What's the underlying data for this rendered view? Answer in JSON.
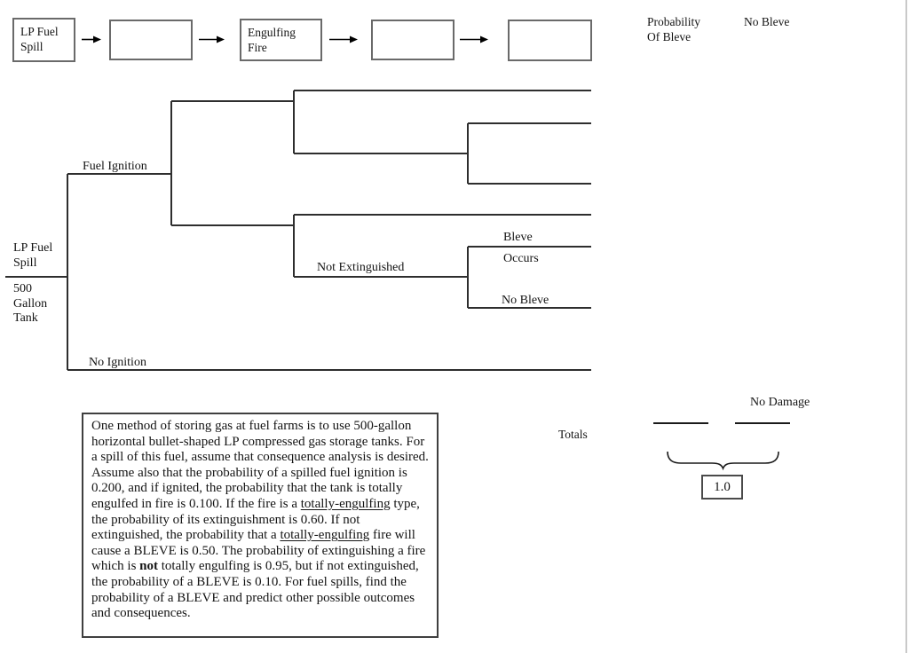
{
  "header": {
    "flow_boxes": [
      {
        "lines": [
          "LP Fuel",
          "Spill"
        ]
      },
      {
        "lines": [
          "",
          ""
        ]
      },
      {
        "lines": [
          "Engulfing",
          "Fire"
        ]
      },
      {
        "lines": [
          "",
          ""
        ]
      },
      {
        "lines": [
          "",
          ""
        ]
      }
    ],
    "columns": {
      "probability_of_bleve_line1": "Probability",
      "probability_of_bleve_line2": "Of Bleve",
      "no_bleve": "No Bleve"
    }
  },
  "tree": {
    "root": {
      "line1": "LP Fuel",
      "line2": "Spill"
    },
    "tank": {
      "line1": "500",
      "line2": "Gallon",
      "line3": "Tank"
    },
    "branches": {
      "fuel_ignition": "Fuel Ignition",
      "no_ignition": "No Ignition",
      "not_extinguished": "Not Extinguished",
      "bleve": "Bleve",
      "occurs": "Occurs",
      "no_bleve": "No Bleve"
    }
  },
  "problem_box": {
    "segments": [
      {
        "t": "One method of storing gas at fuel farms is to use 500-gallon horizontal bullet-shaped LP compressed gas storage tanks. For a spill of this fuel, assume that consequence analysis is desired. Assume also that the probability of a spilled fuel ignition is 0.200, and if ignited, the probability that the tank is totally engulfed in fire is 0.100. If the fire is a "
      },
      {
        "t": "totally-engulfing",
        "u": true
      },
      {
        "t": " type, the probability of its extinguishment is 0.60. If not extinguished, the probability that a "
      },
      {
        "t": "totally-engulfing",
        "u": true
      },
      {
        "t": " fire will cause a BLEVE is 0.50. The probability of extinguishing a fire which is "
      },
      {
        "t": "not",
        "b": true
      },
      {
        "t": " totally engulfing is 0.95, but if not extinguished, the probability of a BLEVE is 0.10. For fuel spills, find the probability of a BLEVE and predict other possible outcomes and consequences."
      }
    ]
  },
  "totals": {
    "label": "Totals",
    "no_damage": "No Damage",
    "total_value": "1.0"
  }
}
